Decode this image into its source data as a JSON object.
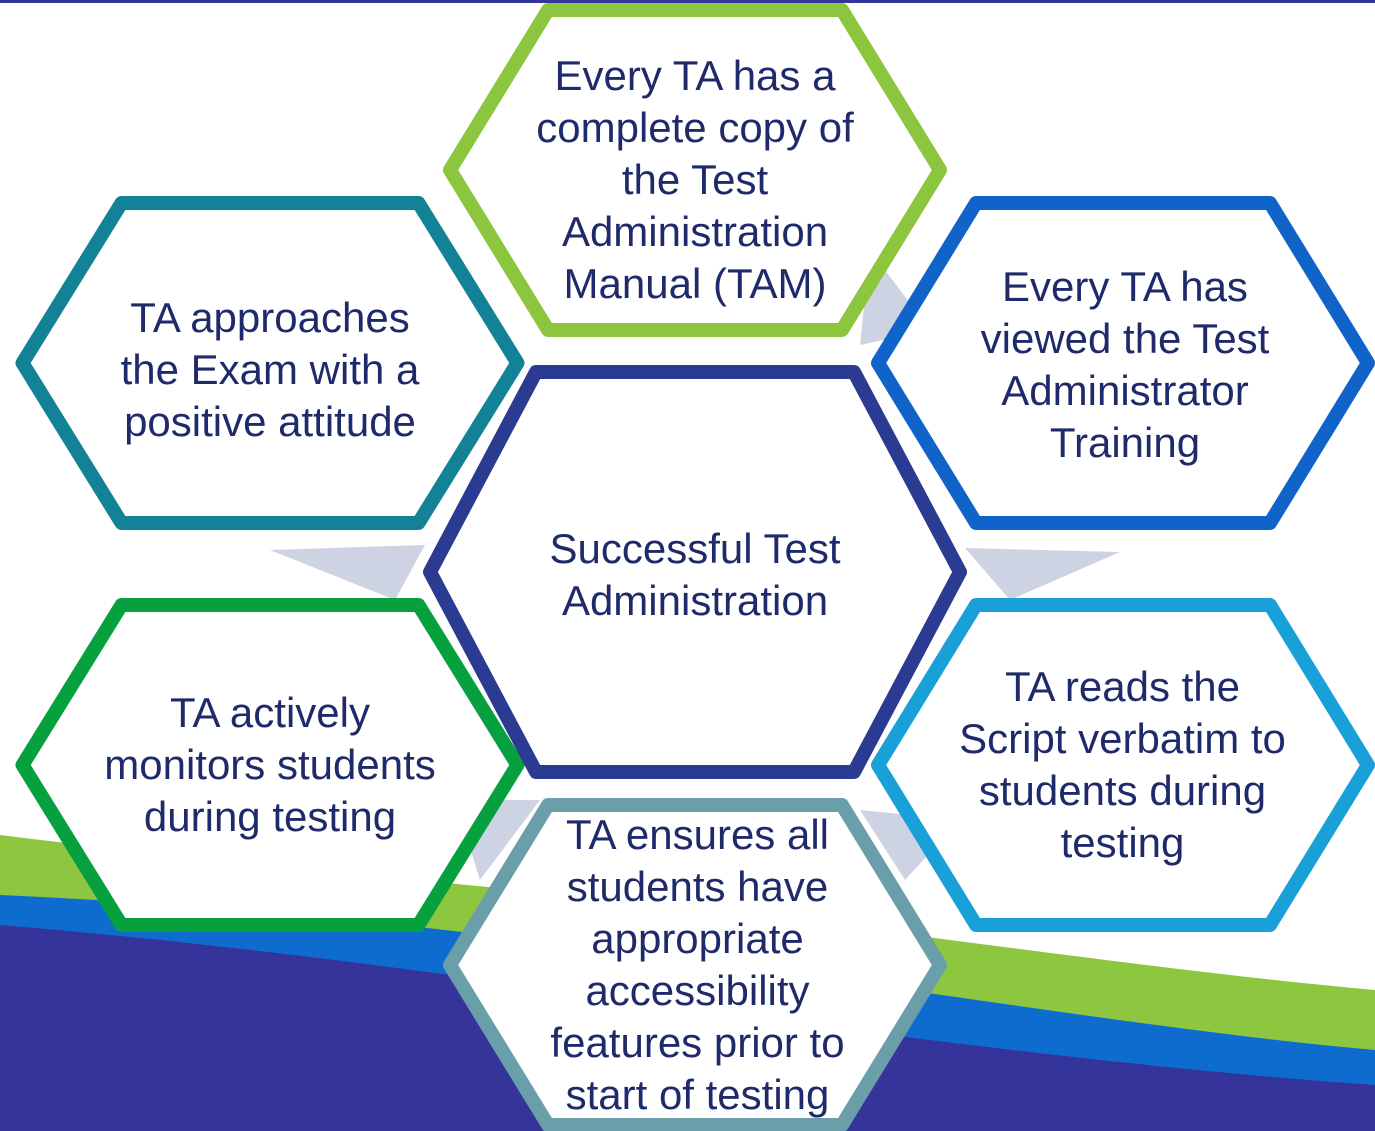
{
  "colors": {
    "top_bar": "#35349a",
    "connector": "#cdd3e3",
    "wave_green": "#8dc63f",
    "wave_blue": "#0f6ccf",
    "wave_navy": "#35349a",
    "text": "#1f2a6b"
  },
  "hexagons": [
    {
      "id": "center",
      "label": "Successful Test Administration",
      "border": "#2b3b91"
    },
    {
      "id": "top",
      "label": "Every TA has a complete copy of the Test Administration Manual (TAM)",
      "border": "#8cc63f"
    },
    {
      "id": "upper-left",
      "label": "TA approaches the Exam with a positive attitude",
      "border": "#138296"
    },
    {
      "id": "upper-right",
      "label": "Every TA has viewed the Test Administrator Training",
      "border": "#0f63c9"
    },
    {
      "id": "lower-left",
      "label": "TA actively monitors students during testing",
      "border": "#07a03f"
    },
    {
      "id": "lower-right",
      "label": "TA reads the Script verbatim to students during testing",
      "border": "#1aa0d8"
    },
    {
      "id": "bottom",
      "label": "TA ensures all students have appropriate accessibility features prior to start of testing",
      "border": "#6a9faa"
    }
  ]
}
